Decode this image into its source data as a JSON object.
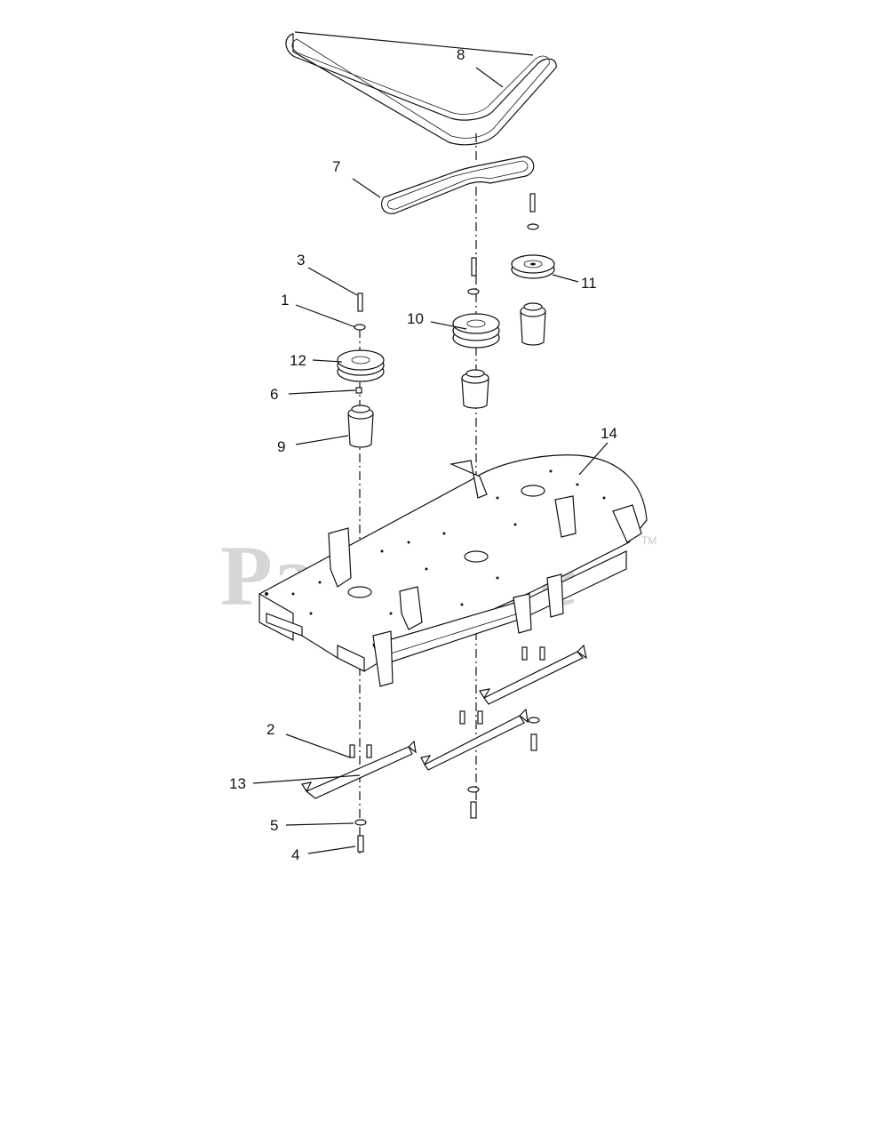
{
  "watermark": {
    "text": "PartsTree",
    "tm": "TM"
  },
  "callouts": [
    {
      "id": "1",
      "label": "1"
    },
    {
      "id": "2",
      "label": "2"
    },
    {
      "id": "3",
      "label": "3"
    },
    {
      "id": "4",
      "label": "4"
    },
    {
      "id": "5",
      "label": "5"
    },
    {
      "id": "6",
      "label": "6"
    },
    {
      "id": "7",
      "label": "7"
    },
    {
      "id": "8",
      "label": "8"
    },
    {
      "id": "9",
      "label": "9"
    },
    {
      "id": "10",
      "label": "10"
    },
    {
      "id": "11",
      "label": "11"
    },
    {
      "id": "12",
      "label": "12"
    },
    {
      "id": "13",
      "label": "13"
    },
    {
      "id": "14",
      "label": "14"
    }
  ]
}
